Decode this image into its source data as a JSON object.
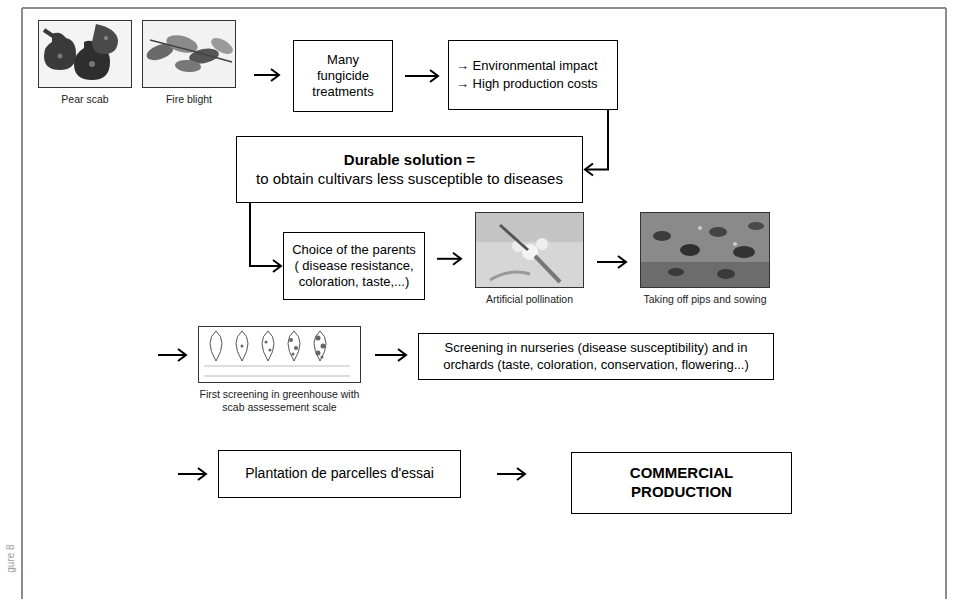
{
  "diagram": {
    "nodes": [
      {
        "text": [
          "Pear scab"
        ]
      },
      {
        "text": [
          "Fire blight"
        ]
      },
      {
        "text": [
          "Many fungicide treatments"
        ]
      },
      {
        "text": [
          "→ Environmental impact",
          "→ High production costs"
        ]
      },
      {
        "text": [
          "Durable solution =",
          "to obtain cultivars less susceptible to diseases"
        ]
      },
      {
        "text": [
          "Choice of the parents ( disease resistance, coloration, taste,...)"
        ]
      },
      {
        "text": [
          "Artificial pollination"
        ]
      },
      {
        "text": [
          "Taking off pips and sowing"
        ]
      },
      {
        "text": [
          "First screening in greenhouse with scab assessement scale"
        ]
      },
      {
        "text": [
          "Screening in nurseries (disease susceptibility) and in orchards (taste, coloration, conservation, flowering...)"
        ]
      },
      {
        "text": [
          "Plantation de parcelles d'essai"
        ]
      },
      {
        "text": [
          "COMMERCIAL PRODUCTION"
        ]
      }
    ],
    "edges": [
      {
        "from": 1,
        "to": 2,
        "arrow": "to"
      },
      {
        "from": 2,
        "to": 3,
        "arrow": "to"
      },
      {
        "from": 3,
        "to": 4,
        "arrow": "to"
      },
      {
        "from": 4,
        "to": 5,
        "arrow": "to"
      },
      {
        "from": 5,
        "to": 6,
        "arrow": "to"
      },
      {
        "from": 6,
        "to": 7,
        "arrow": "to"
      },
      {
        "from": 7,
        "to": 8,
        "arrow": "to"
      },
      {
        "from": 8,
        "to": 9,
        "arrow": "to"
      },
      {
        "from": 9,
        "to": 10,
        "arrow": "to"
      },
      {
        "from": 10,
        "to": 11,
        "arrow": "to"
      }
    ],
    "labels": [
      "gure 8"
    ]
  }
}
